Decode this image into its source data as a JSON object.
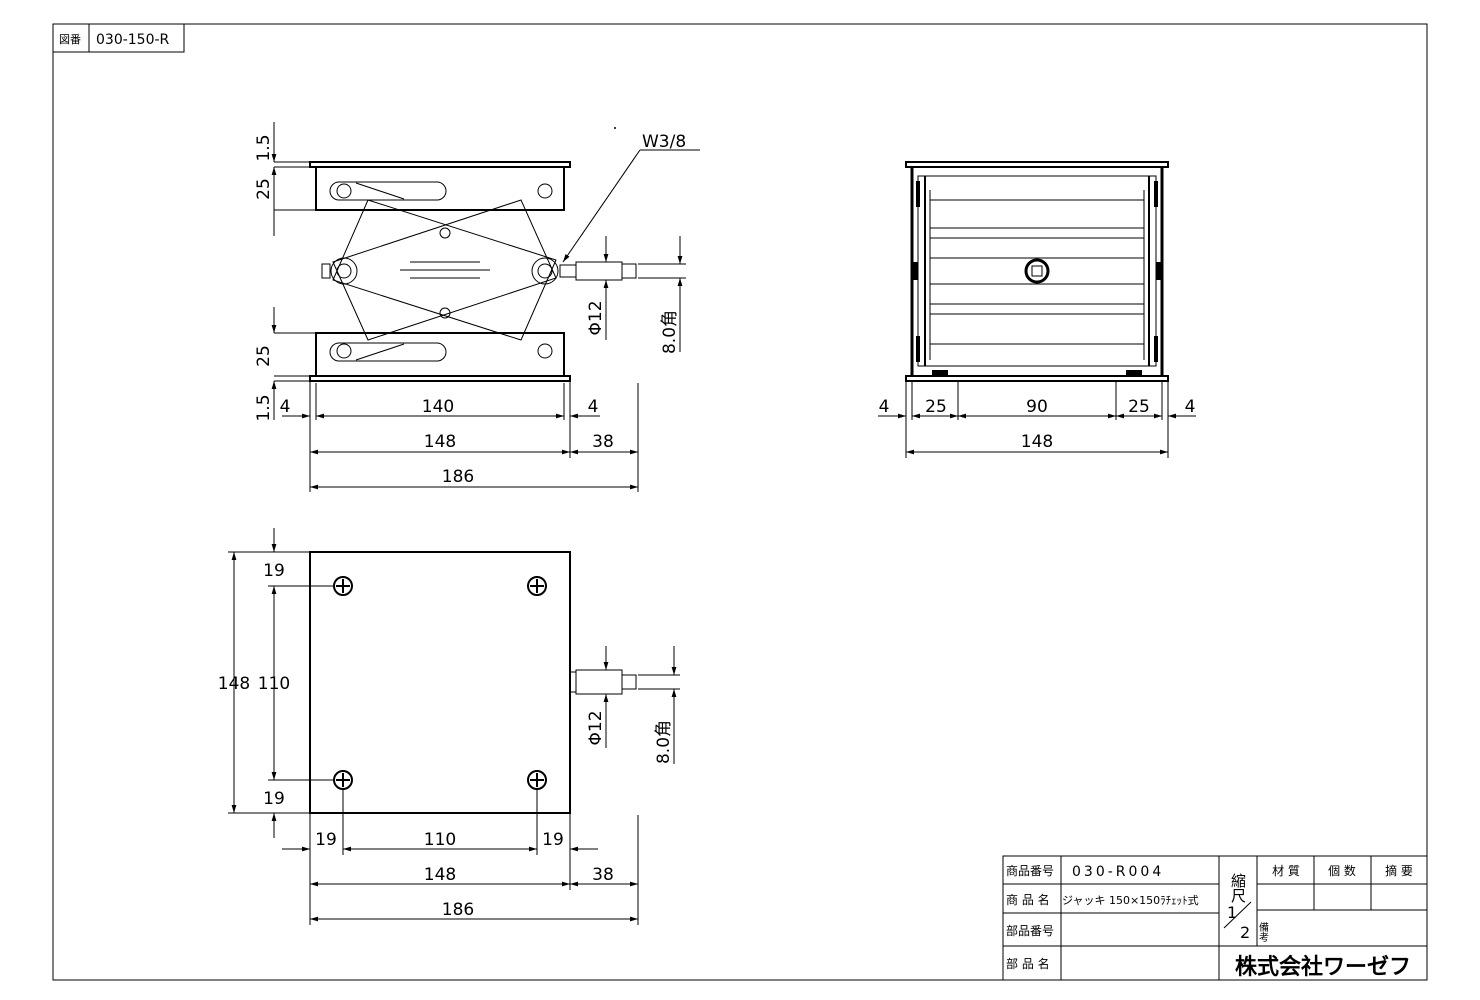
{
  "drawing_number": {
    "label": "図番",
    "value": "030-150-R"
  },
  "thread_callout": "W3/8",
  "side_view": {
    "heights": {
      "top_plate": "1.5",
      "top_block": "25",
      "bottom_block": "25",
      "bottom_plate": "1.5"
    },
    "shaft_diameter": "Φ12",
    "square_end": "8.0角",
    "widths": {
      "left_offset": "4",
      "inner": "140",
      "right_offset": "4",
      "overall": "148",
      "handle": "38",
      "total": "186"
    }
  },
  "front_view": {
    "widths": {
      "left_outer": "4",
      "left_block": "25",
      "center": "90",
      "right_block": "25",
      "right_outer": "4",
      "overall": "148"
    }
  },
  "top_view": {
    "heights": {
      "top_margin": "19",
      "hole_pitch": "110",
      "bottom_margin": "19",
      "overall": "148"
    },
    "shaft_diameter": "Φ12",
    "square_end": "8.0角",
    "widths": {
      "left_margin": "19",
      "hole_pitch": "110",
      "right_margin": "19",
      "overall": "148",
      "handle": "38",
      "total": "186"
    }
  },
  "title_block": {
    "product_number_label": "商品番号",
    "product_number": "030-R004",
    "product_name_label": "商 品 名",
    "product_name": "ジャッキ 150×150ﾗﾁｪｯﾄ式",
    "part_number_label": "部品番号",
    "part_name_label": "部 品 名",
    "scale_label": "縮尺",
    "scale_numerator": "1",
    "scale_denominator": "2",
    "material_label": "材 質",
    "quantity_label": "個 数",
    "summary_label": "摘 要",
    "remarks_label": "備考",
    "company": "株式会社ワーゼフ"
  }
}
